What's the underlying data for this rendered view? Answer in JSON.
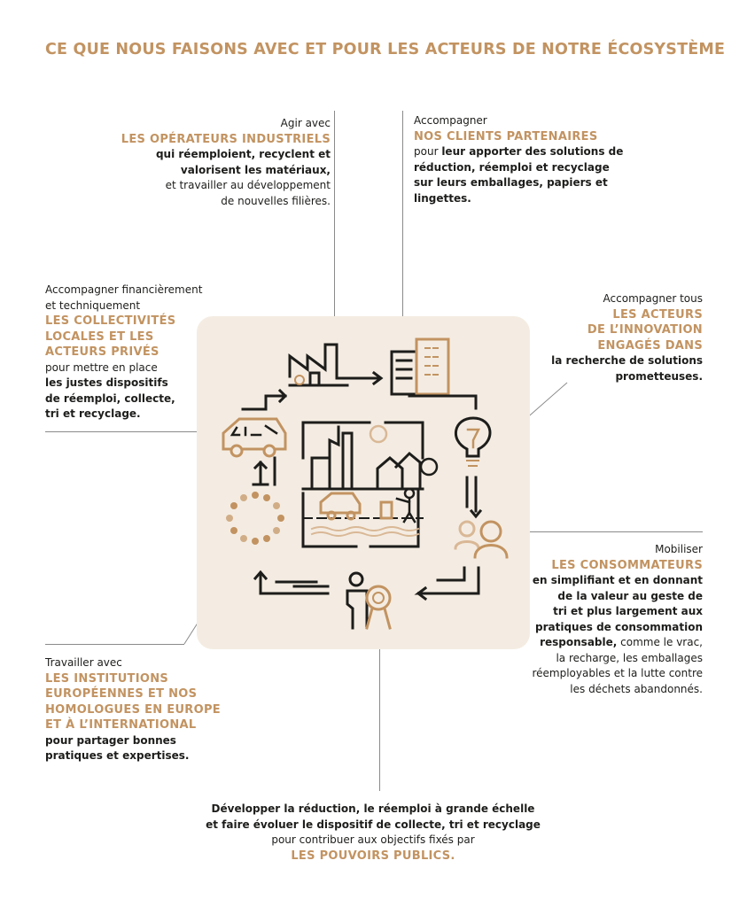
{
  "title": "CE QUE NOUS FAISONS AVEC ET POUR LES ACTEURS DE NOTRE ÉCOSYSTÈME",
  "operateurs": {
    "intro": "Agir avec",
    "heading": "LES OPÉRATEURS INDUSTRIELS",
    "bold": [
      "qui réemploient, recyclent et",
      "valorisent les matériaux,"
    ],
    "normal": [
      "et travailler au développement",
      "de nouvelles filières."
    ]
  },
  "clients": {
    "intro": "Accompagner",
    "heading": "NOS CLIENTS PARTENAIRES",
    "line1_normal": "pour ",
    "line1_bold": "leur apporter des solutions de",
    "bold": [
      "réduction, réemploi et recyclage",
      "sur leurs emballages, papiers et",
      "lingettes."
    ]
  },
  "collectivites": {
    "intro": [
      "Accompagner financièrement",
      "et techniquement"
    ],
    "heading": [
      "LES COLLECTIVITÉS",
      "LOCALES ET LES",
      "ACTEURS PRIVÉS"
    ],
    "normal": "pour mettre en place",
    "bold": [
      "les justes dispositifs",
      "de réemploi, collecte,",
      "tri et recyclage."
    ]
  },
  "innovation": {
    "intro": "Accompagner tous",
    "heading": [
      "LES ACTEURS",
      "DE L’INNOVATION",
      "ENGAGÉS DANS"
    ],
    "bold": [
      "la recherche de solutions",
      "prometteuses."
    ]
  },
  "consommateurs": {
    "intro": "Mobiliser",
    "heading": "LES CONSOMMATEURS",
    "bold": [
      "en simplifiant et en donnant",
      "de la valeur au geste de",
      "tri et plus largement aux",
      "pratiques de consommation"
    ],
    "line5_bold": "responsable,",
    "line5_normal": " comme le vrac,",
    "normal": [
      "la recharge, les emballages",
      "réemployables et la lutte contre",
      "les déchets abandonnés."
    ]
  },
  "institutions": {
    "intro": "Travailler avec",
    "heading": [
      "LES INSTITUTIONS",
      "EUROPÉENNES ET NOS",
      "HOMOLOGUES EN EUROPE",
      "ET À L’INTERNATIONAL"
    ],
    "bold": [
      "pour partager bonnes",
      "pratiques et expertises."
    ]
  },
  "pouvoirs": {
    "bold": [
      "Développer la réduction, le réemploi à grande échelle",
      "et faire évoluer le dispositif de collecte, tri et recyclage"
    ],
    "normal": "pour contribuer aux objectifs fixés par",
    "heading": "LES POUVOIRS PUBLICS."
  },
  "colors": {
    "gold": "#c29361",
    "panel": "#f4ece2",
    "ink": "#1d1d1b"
  }
}
